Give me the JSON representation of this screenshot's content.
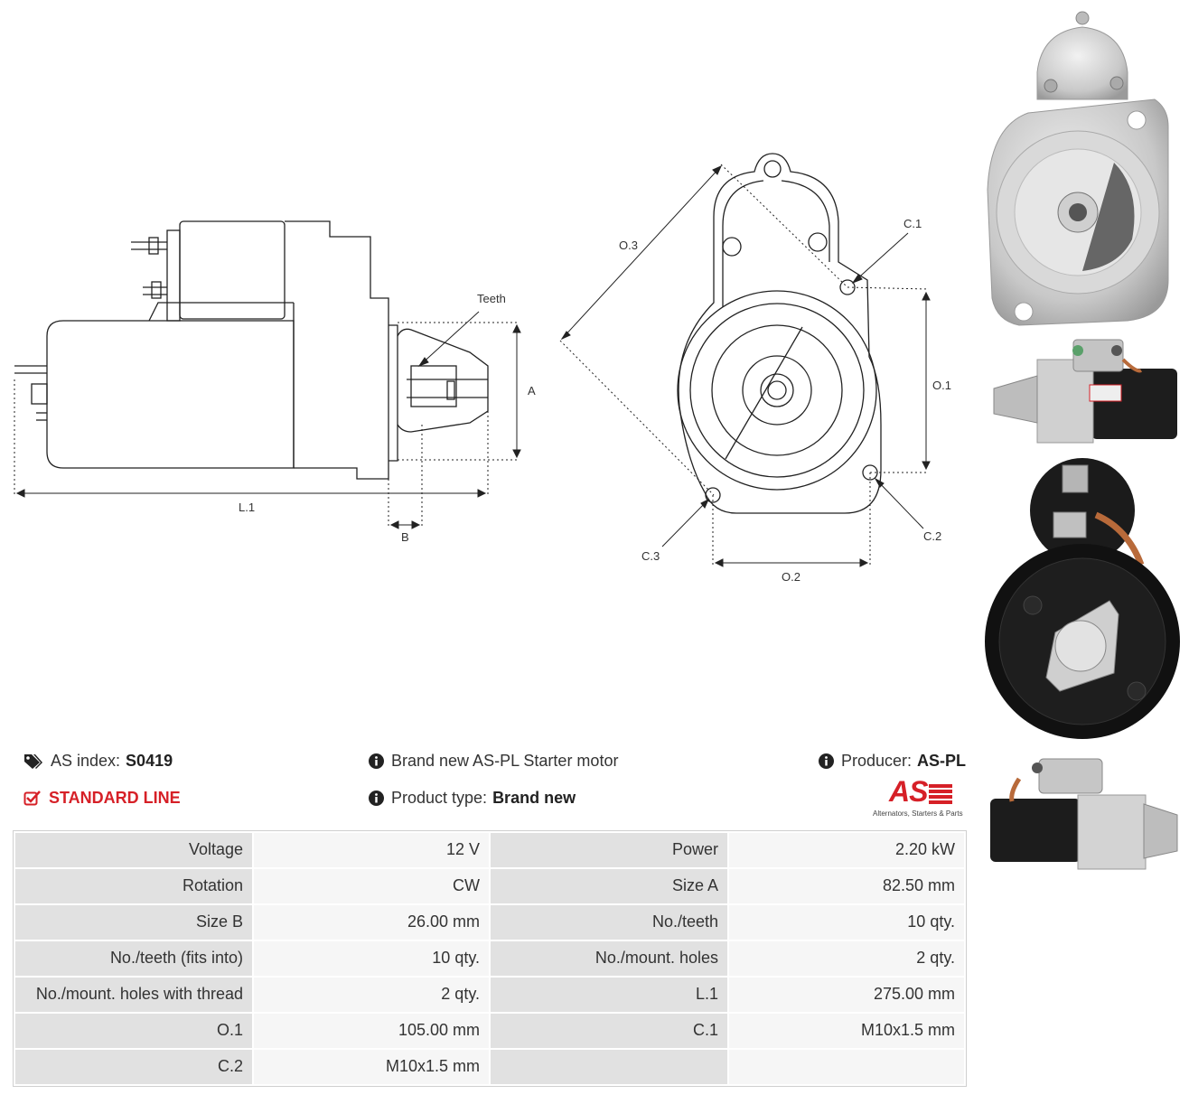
{
  "diagram": {
    "labels": {
      "teeth": "Teeth",
      "a": "A",
      "b": "B",
      "l1": "L.1",
      "o1": "O.1",
      "o2": "O.2",
      "o3": "O.3",
      "c1": "C.1",
      "c2": "C.2",
      "c3": "C.3"
    }
  },
  "info": {
    "as_index_label": "AS index:",
    "as_index_value": "S0419",
    "standard_line": "STANDARD LINE",
    "description": "Brand new AS-PL Starter motor",
    "product_type_label": "Product type:",
    "product_type_value": "Brand new",
    "producer_label": "Producer:",
    "producer_value": "AS-PL",
    "logo_text": "AS",
    "logo_tagline": "Alternators, Starters & Parts"
  },
  "specs": [
    [
      "Voltage",
      "12 V",
      "Power",
      "2.20 kW"
    ],
    [
      "Rotation",
      "CW",
      "Size A",
      "82.50 mm"
    ],
    [
      "Size B",
      "26.00 mm",
      "No./teeth",
      "10 qty."
    ],
    [
      "No./teeth (fits into)",
      "10 qty.",
      "No./mount. holes",
      "2 qty."
    ],
    [
      "No./mount. holes with thread",
      "2 qty.",
      "L.1",
      "275.00 mm"
    ],
    [
      "O.1",
      "105.00 mm",
      "C.1",
      "M10x1.5 mm"
    ],
    [
      "C.2",
      "M10x1.5 mm",
      "",
      ""
    ]
  ],
  "colors": {
    "accent_red": "#d62027",
    "key_cell": "#e1e1e1",
    "value_cell": "#f6f6f6"
  },
  "icons": [
    "tags-icon",
    "check-square-icon",
    "info-circle-icon"
  ]
}
